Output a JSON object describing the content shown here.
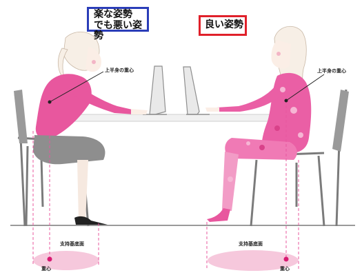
{
  "left_figure": {
    "title_lines": [
      "楽な姿勢",
      "でも悪い姿勢"
    ],
    "upper_body_cog_label": "上半身の重心",
    "support_base_label": "支持基底面",
    "cog_label": "重心"
  },
  "right_figure": {
    "title": "良い姿勢",
    "upper_body_cog_label": "上半身の重心",
    "support_base_label": "支持基底面",
    "cog_label": "重心"
  },
  "colors": {
    "bad_border": "#2a3db8",
    "good_border": "#e0202a",
    "pink": "#e8579e",
    "ellipse": "#f5c3d8",
    "chair": "#7b7b7b"
  }
}
